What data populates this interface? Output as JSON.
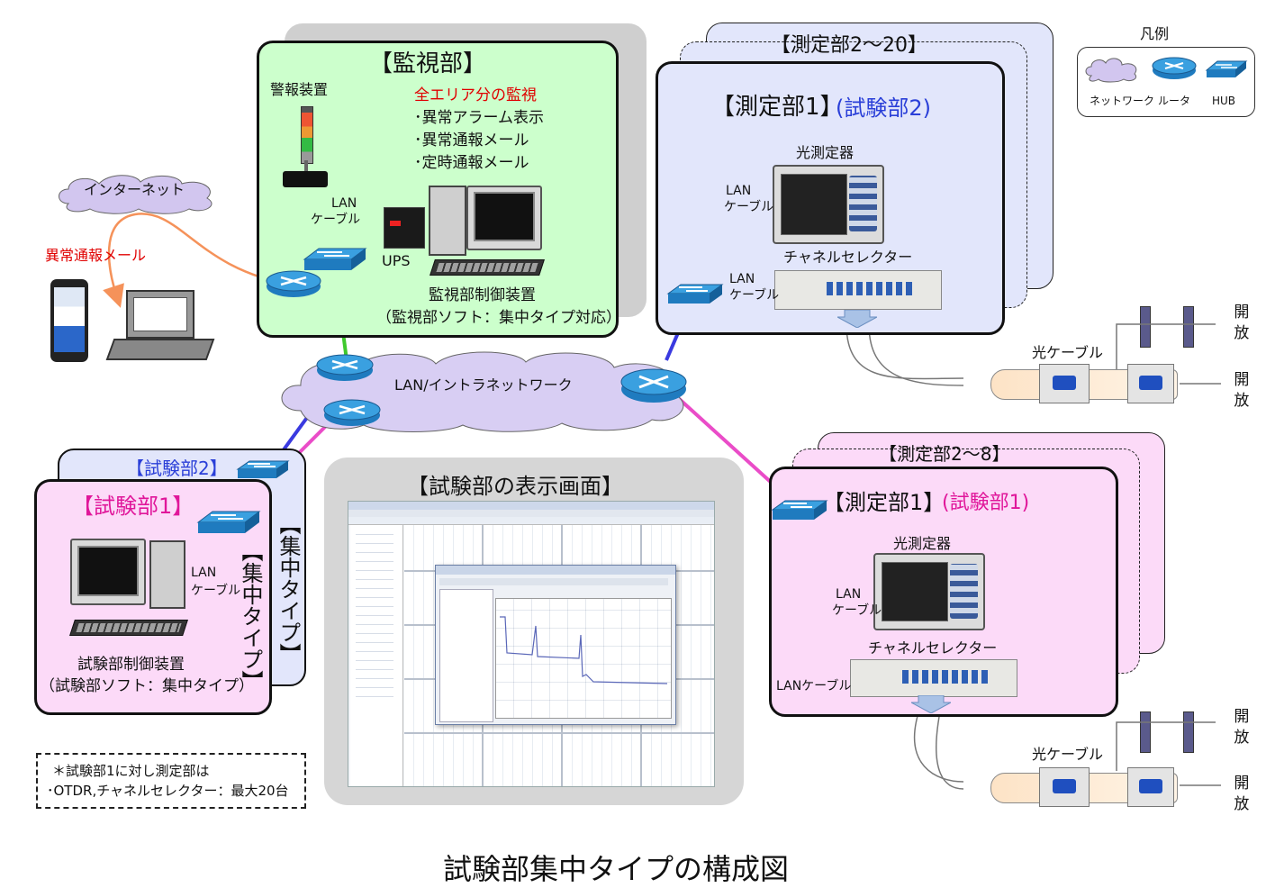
{
  "title": "試験部集中タイプの構成図",
  "legend": {
    "heading": "凡例",
    "items": [
      {
        "label": "ネットワーク",
        "icon": "cloud-icon"
      },
      {
        "label": "ルータ",
        "icon": "router-icon"
      },
      {
        "label": "HUB",
        "icon": "hub-icon"
      }
    ]
  },
  "monitor_section": {
    "title": "【監視部】",
    "alarm_device": "警報装置",
    "monitoring_title": "全エリア分の監視",
    "monitoring_items": [
      "･異常アラーム表示",
      "･異常通報メール",
      "･定時通報メール"
    ],
    "lan_label_1": "LAN",
    "lan_label_2": "ケーブル",
    "ups": "UPS",
    "controller": "監視部制御装置",
    "controller_note": "（監視部ソフト：集中タイプ対応）"
  },
  "internet": {
    "label": "インターネット",
    "mail_label": "異常通報メール"
  },
  "lan_cloud": "LAN/イントラネットワーク",
  "measure_blue": {
    "back_title": "【測定部2～20】",
    "title_prefix": "【測定部1】",
    "title_suffix": "(試験部2)",
    "instrument": "光測定器",
    "selector": "チャネルセレクター",
    "lan1_a": "LAN",
    "lan1_b": "ケーブル",
    "lan2_a": "LAN",
    "lan2_b": "ケーブル"
  },
  "measure_pink": {
    "back_title": "【測定部2～8】",
    "title_prefix": "【測定部1】",
    "title_suffix": "(試験部1)",
    "instrument": "光測定器",
    "selector": "チャネルセレクター",
    "lan1_a": "LAN",
    "lan1_b": "ケーブル",
    "lan2": "LANケーブル"
  },
  "fiber_top": {
    "cable": "光ケーブル",
    "open1": "開放",
    "open2": "開放"
  },
  "fiber_bottom": {
    "cable": "光ケーブル",
    "open1": "開放",
    "open2": "開放"
  },
  "test_section": {
    "back_title": "【試験部2】",
    "title": "【試験部1】",
    "vertical_front": "【集中タイプ】",
    "vertical_back": "【集中タイプ】",
    "lan_a": "LAN",
    "lan_b": "ケーブル",
    "controller": "試験部制御装置",
    "controller_note": "（試験部ソフト：集中タイプ）"
  },
  "display_section": {
    "title": "【試験部の表示画面】"
  },
  "note": {
    "line1": "＊試験部1に対し測定部は",
    "line2": "･OTDR,チャネルセレクター：最大20台"
  },
  "colors": {
    "monitor_bg": "#ccffcc",
    "blue_bg": "#e2e6fb",
    "pink_bg": "#fcdaf8",
    "pink_text": "#e0169a",
    "blue_text": "#2a3fd8",
    "green_line": "#3fc92d",
    "blue_line": "#3a3ae0",
    "pink_line": "#ea4cc8",
    "red_text": "#e00000",
    "mail_line": "#f5925a"
  }
}
